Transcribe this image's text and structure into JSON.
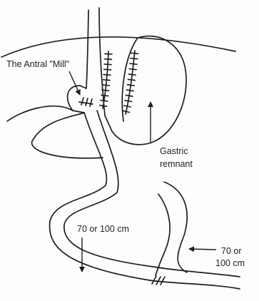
{
  "labels": {
    "antral_mill": "The Antral \"Mill\"",
    "gastric": "Gastric",
    "remnant": "remnant",
    "limb_length_1": "70 or 100 cm",
    "limb_length_2_line1": "70 or",
    "limb_length_2_line2": "100 cm"
  },
  "colors": {
    "ink": "#1e1e1e",
    "background": "#fdfdfd"
  }
}
